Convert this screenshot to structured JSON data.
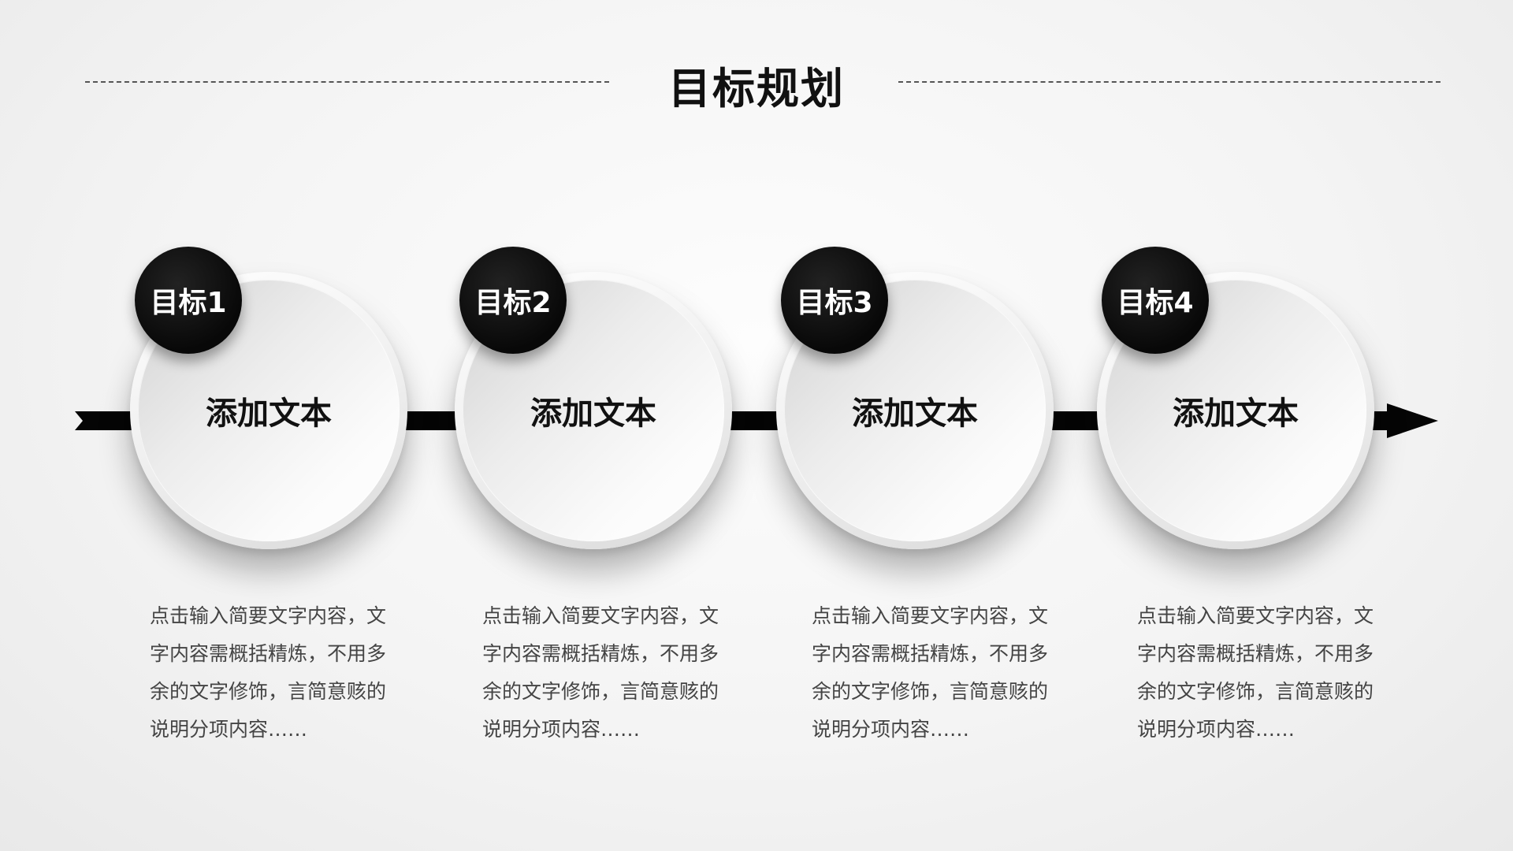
{
  "title": "目标规划",
  "steps": [
    {
      "badge": "目标1",
      "label": "添加文本",
      "description": "点击输入简要文字内容，文字内容需概括精炼，不用多余的文字修饰，言简意赅的说明分项内容……"
    },
    {
      "badge": "目标2",
      "label": "添加文本",
      "description": "点击输入简要文字内容，文字内容需概括精炼，不用多余的文字修饰，言简意赅的说明分项内容……"
    },
    {
      "badge": "目标3",
      "label": "添加文本",
      "description": "点击输入简要文字内容，文字内容需概括精炼，不用多余的文字修饰，言简意赅的说明分项内容……"
    },
    {
      "badge": "目标4",
      "label": "添加文本",
      "description": "点击输入简要文字内容，文字内容需概括精炼，不用多余的文字修饰，言简意赅的说明分项内容……"
    }
  ],
  "colors": {
    "badge": "#0a0a0a",
    "arrow": "#050505",
    "text": "#444444",
    "title": "#111111"
  },
  "icons": {
    "timeline": "right-arrow-icon"
  }
}
